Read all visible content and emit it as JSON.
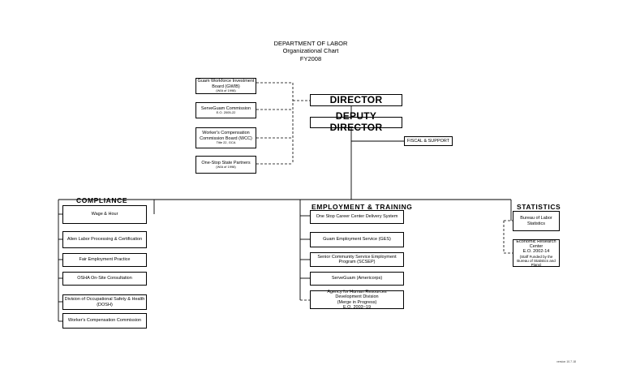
{
  "header": {
    "line1": "DEPARTMENT OF LABOR",
    "line2": "Organizational Chart",
    "line3": "FY2008"
  },
  "boards": {
    "gwib": {
      "title": "Guam Workforce Investment Board (GWIB)",
      "note": "(WIA of 1998)"
    },
    "serveguam_commission": {
      "title": "ServeGuam Commission",
      "note": "E.O. 2005-22"
    },
    "wcc": {
      "title": "Worker's Compensation Commission Board (WCC)",
      "note": "Title 22, GCA"
    },
    "one_stop": {
      "title": "One-Stop State Partners",
      "note": "(WIA of 1998)"
    }
  },
  "director": "DIRECTOR",
  "deputy_director": "DEPUTY DIRECTOR",
  "fiscal_support": "FISCAL & SUPPORT",
  "sections": {
    "compliance": "COMPLIANCE",
    "employment_training": "EMPLOYMENT & TRAINING",
    "statistics": "STATISTICS"
  },
  "compliance_units": [
    "Wage & Hour",
    "Alien Labor Processing & Certification",
    "Fair Employment Practice",
    "OSHA On-Site Consultation",
    "Division of Occupational Safety & Health (DOSH)",
    "Worker's Compensation Commission"
  ],
  "et_units": {
    "one_stop_center": "One Stop Career Center Delivery System",
    "ges": "Guam Employment Service (GES)",
    "scsep": "Senior Community Service Employment Program (SCSEP)",
    "americorps": "ServeGuam (Americorps)",
    "ahrd": {
      "line1": "Agency for Human Resources",
      "line2": "Development Division",
      "line3": "(Merge in Progress)",
      "line4": "E.O. 2003~19"
    }
  },
  "stat_units": {
    "bls": "Bureau of Labor Statistics",
    "erc": {
      "line1": "Economic Research Center",
      "line2": "E.O. 2002-14",
      "line3": "(Staff Funded by the Bureau of Statistics and Plans)"
    }
  },
  "version": "version 10.7.18"
}
